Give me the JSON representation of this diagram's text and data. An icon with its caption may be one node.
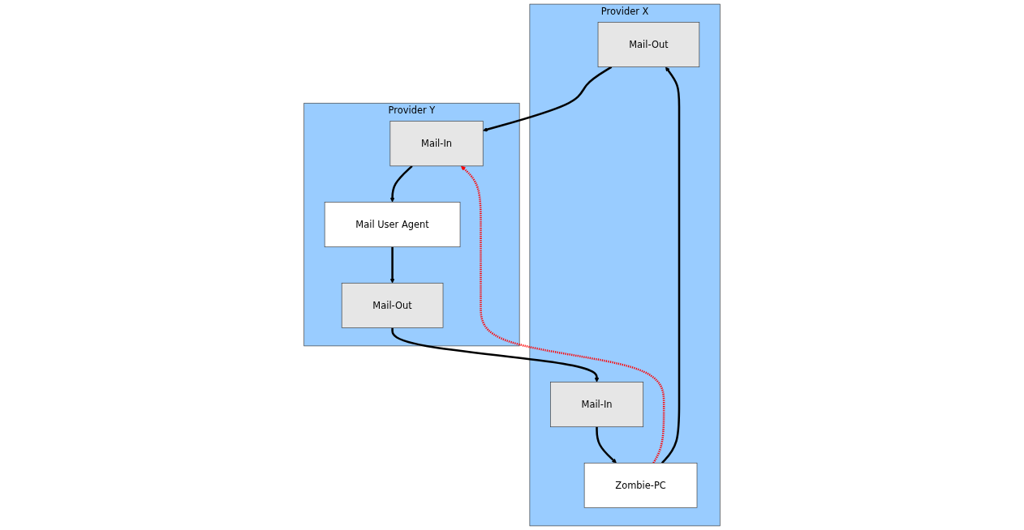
{
  "diagram": {
    "nodes": [
      {
        "text": [
          "Provider X"
        ]
      },
      {
        "text": [
          "Mail-Out"
        ],
        "in": 0
      },
      {
        "text": [
          "Mail-In"
        ],
        "in": 0
      },
      {
        "text": [
          "Zombie-PC"
        ],
        "in": 0
      },
      {
        "text": [
          "Provider Y"
        ]
      },
      {
        "text": [
          "Mail-Out"
        ],
        "in": 4
      },
      {
        "text": [
          "Mail-In"
        ],
        "in": 4
      },
      {
        "text": [
          "Mail User Agent"
        ],
        "in": 4
      }
    ],
    "edges": [
      {
        "from": 1,
        "to": 6,
        "arrow": "to"
      },
      {
        "from": 5,
        "to": 2,
        "arrow": "to"
      },
      {
        "from": 3,
        "to": 1,
        "arrow": "to"
      },
      {
        "from": 2,
        "to": 3,
        "arrow": "to"
      },
      {
        "from": 3,
        "to": 6,
        "arrow": "to",
        "style": "dashed",
        "color": "#ff0000"
      },
      {
        "from": 7,
        "to": 5,
        "arrow": "to"
      },
      {
        "from": 6,
        "to": 7,
        "arrow": "to"
      }
    ]
  }
}
